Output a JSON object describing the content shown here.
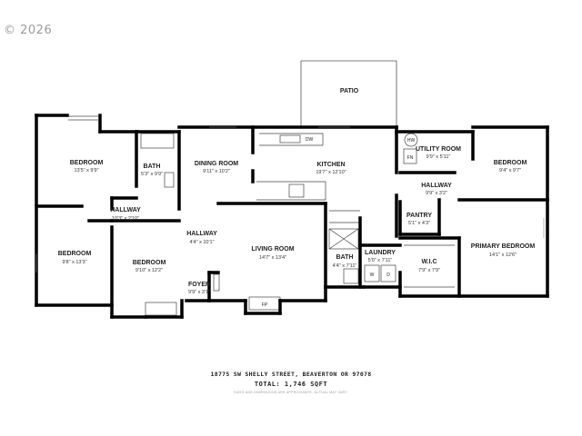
{
  "copyright": "© 2026",
  "rooms": {
    "bedroom_nw": {
      "name": "BEDROOM",
      "dims": "13'5\" x 9'9\""
    },
    "bath_1": {
      "name": "BATH",
      "dims": "5'3\" x 9'9\""
    },
    "dining": {
      "name": "DINING ROOM",
      "dims": "9'11\" x 10'2\""
    },
    "kitchen": {
      "name": "KITCHEN",
      "dims": "19'7\" x 12'10\""
    },
    "utility": {
      "name": "UTILITY ROOM",
      "dims": "9'9\" x 5'11\""
    },
    "bedroom_ne": {
      "name": "BEDROOM",
      "dims": "9'4\" x 9'7\""
    },
    "hallway_w": {
      "name": "HALLWAY",
      "dims": "10'3\" x 2'10\""
    },
    "hallway_c": {
      "name": "HALLWAY",
      "dims": "4'4\" x 10'1\""
    },
    "hallway_e": {
      "name": "HALLWAY",
      "dims": "9'9\" x 3'2\""
    },
    "pantry": {
      "name": "PANTRY",
      "dims": "5'1\" x 4'3\""
    },
    "bedroom_sw": {
      "name": "BEDROOM",
      "dims": "9'8\" x 13'3\""
    },
    "bedroom_s": {
      "name": "BEDROOM",
      "dims": "9'10\" x 12'2\""
    },
    "living": {
      "name": "LIVING ROOM",
      "dims": "14'7\" x 13'4\""
    },
    "bath_2": {
      "name": "BATH",
      "dims": "4'4\" x 7'11\""
    },
    "laundry": {
      "name": "LAUNDRY",
      "dims": "5'0\" x 7'11\""
    },
    "primary": {
      "name": "PRIMARY BEDROOM",
      "dims": "14'1\" x 12'6\""
    },
    "wic": {
      "name": "W.I.C",
      "dims": "7'9\" x 7'9\""
    },
    "foyer": {
      "name": "FOYER",
      "dims": "9'9\" x 3'1\""
    },
    "patio": {
      "name": "PATIO"
    }
  },
  "fixtures": {
    "dw": "DW",
    "hw": "HW",
    "fn": "FN",
    "fp": "FP",
    "washer": "W",
    "dryer": "D"
  },
  "footer": {
    "address": "18775 SW SHELLY STREET, BEAVERTON OR 97078",
    "total": "TOTAL: 1,746 SQFT",
    "disclaimer": "SIZES AND DIMENSIONS ARE APPROXIMATE, ACTUAL MAY VARY."
  }
}
